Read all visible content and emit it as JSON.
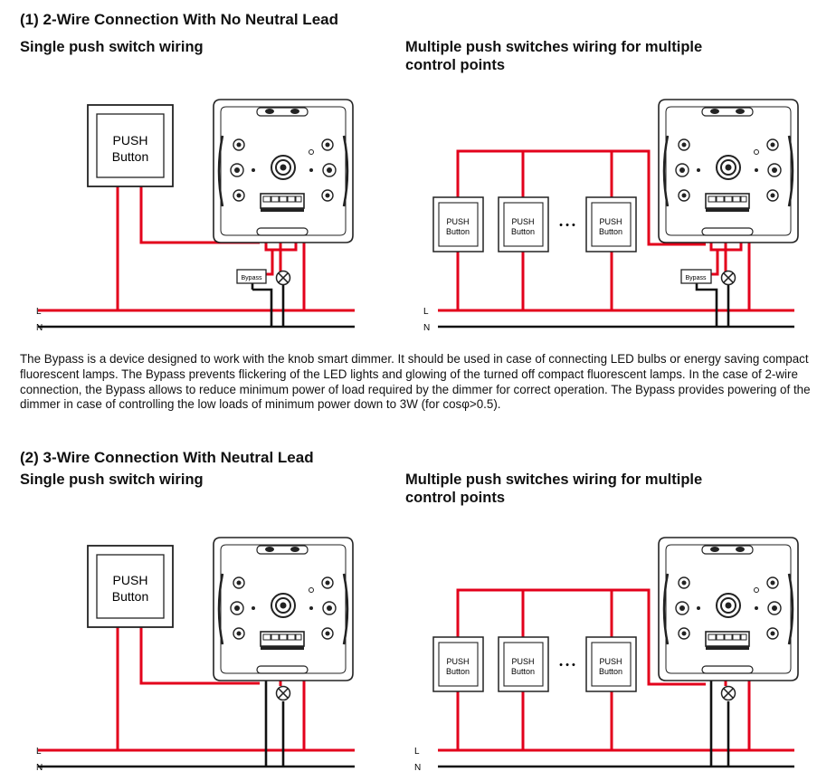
{
  "section1": {
    "title": "(1) 2-Wire Connection With No Neutral Lead",
    "left_caption": "Single push switch wiring",
    "right_caption_line1": "Multiple push switches wiring for multiple",
    "right_caption_line2": "control points"
  },
  "section2": {
    "title": "(2) 3-Wire Connection With Neutral Lead",
    "left_caption": "Single push switch wiring",
    "right_caption_line1": "Multiple push switches wiring for multiple",
    "right_caption_line2": "control points"
  },
  "paragraph": "The Bypass is a device designed to work with the knob smart dimmer. It should be used in case of connecting LED bulbs or energy saving compact fluorescent lamps. The Bypass prevents flickering of the LED lights and glowing of the turned off compact fluorescent lamps. In the case of 2-wire connection, the Bypass allows to reduce minimum power of load required by the dimmer for correct operation. The Bypass provides powering of the dimmer in case of controlling the low loads of minimum power down to 3W (for cosφ>0.5).",
  "labels": {
    "push": "PUSH",
    "button": "Button",
    "bypass": "Bypass",
    "line": "L",
    "neutral": "N",
    "ellipsis": "• • •"
  },
  "colors": {
    "live_wire": "#e3001b",
    "neutral_wire": "#111111",
    "outline": "#222222"
  }
}
